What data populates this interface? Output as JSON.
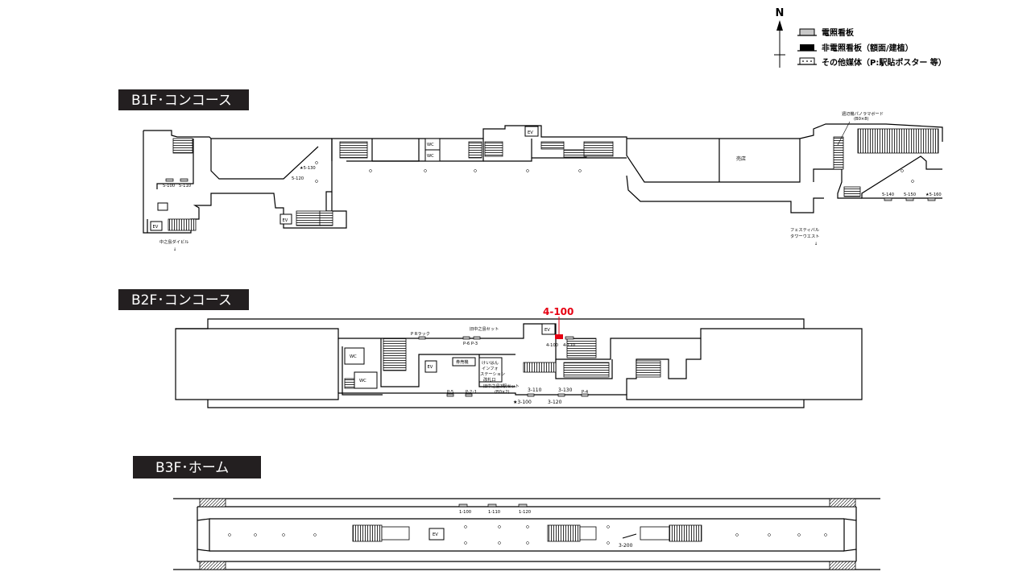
{
  "compass": {
    "north_label": "N"
  },
  "legend": {
    "items": [
      {
        "label": "電照看板",
        "swatch": "lit"
      },
      {
        "label": "非電照看板（額面/建植）",
        "swatch": "unlit"
      },
      {
        "label": "その他媒体（P:駅貼ポスター 等）",
        "swatch": "other"
      }
    ]
  },
  "floors": {
    "b1": {
      "title": "B1F･コンコース",
      "labels": {
        "ev1": "EV",
        "ev2": "EV",
        "ev3": "EV",
        "wc1": "WC",
        "wc2": "WC",
        "shop": "売店",
        "panorama1": "週辺機パノラマボード",
        "panorama2": "(B0×8)",
        "exit_left": "中之島ダイビル",
        "exit_right1": "フェスティバル",
        "exit_right2": "タワーウエスト",
        "ads": [
          "5-100",
          "5-110",
          "★5-130",
          "5-120",
          "5-140",
          "5-150",
          "★5-160"
        ]
      }
    },
    "b2": {
      "title": "B2F･コンコース",
      "highlight": "4-100",
      "labels": {
        "ev1": "EV",
        "ev2": "EV",
        "wc1": "WC",
        "wc2": "WC",
        "pr_rack": "P Rラック",
        "set1": "旧中之島セット",
        "p6p3": "P-6 P-3",
        "ad_4100": "4-100",
        "ad_4110": "4-110",
        "ticket": "券売機",
        "station1": "けいはん",
        "station2": "インフォ",
        "station3": "ステーション",
        "gate": "改札口",
        "set2": "旧中之島3駅セット",
        "set2b": "(B0×2)",
        "p5": "P-5",
        "p2": "P-2･1",
        "p4": "P-4",
        "ads": [
          "3-110",
          "3-130",
          "★3-100",
          "3-120"
        ]
      }
    },
    "b3": {
      "title": "B3F･ホーム",
      "labels": {
        "ev": "EV",
        "ads": [
          "1-100",
          "1-110",
          "1-120",
          "3-200"
        ]
      }
    }
  },
  "colors": {
    "header_bg": "#231f20",
    "highlight": "#e60012"
  }
}
